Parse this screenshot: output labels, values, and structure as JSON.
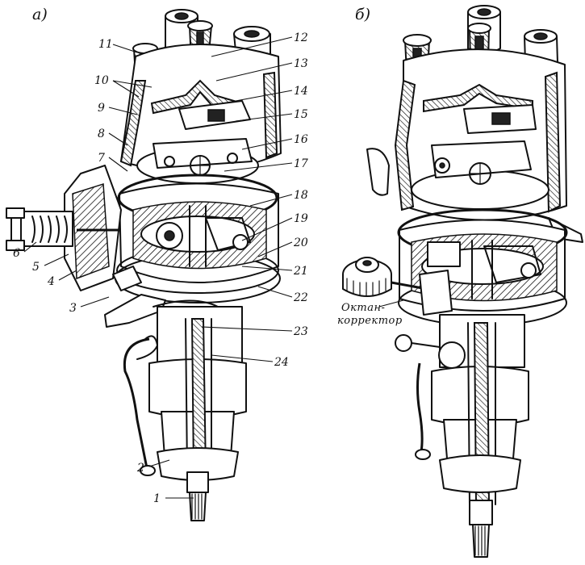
{
  "panels": {
    "left_label": "а)",
    "right_label": "б)"
  },
  "callouts": [
    {
      "id": "1",
      "text": "1"
    },
    {
      "id": "2",
      "text": "2"
    },
    {
      "id": "3",
      "text": "3"
    },
    {
      "id": "4",
      "text": "4"
    },
    {
      "id": "5",
      "text": "5"
    },
    {
      "id": "6",
      "text": "6"
    },
    {
      "id": "7",
      "text": "7"
    },
    {
      "id": "8",
      "text": "8"
    },
    {
      "id": "9",
      "text": "9"
    },
    {
      "id": "10",
      "text": "10"
    },
    {
      "id": "11",
      "text": "11"
    },
    {
      "id": "12",
      "text": "12"
    },
    {
      "id": "13",
      "text": "13"
    },
    {
      "id": "14",
      "text": "14"
    },
    {
      "id": "15",
      "text": "15"
    },
    {
      "id": "16",
      "text": "16"
    },
    {
      "id": "17",
      "text": "17"
    },
    {
      "id": "18",
      "text": "18"
    },
    {
      "id": "19",
      "text": "19"
    },
    {
      "id": "20",
      "text": "20"
    },
    {
      "id": "21",
      "text": "21"
    },
    {
      "id": "22",
      "text": "22"
    },
    {
      "id": "23",
      "text": "23"
    },
    {
      "id": "24",
      "text": "24"
    }
  ],
  "octane_corrector": {
    "line1": "Октан-",
    "line2": "корректор"
  }
}
